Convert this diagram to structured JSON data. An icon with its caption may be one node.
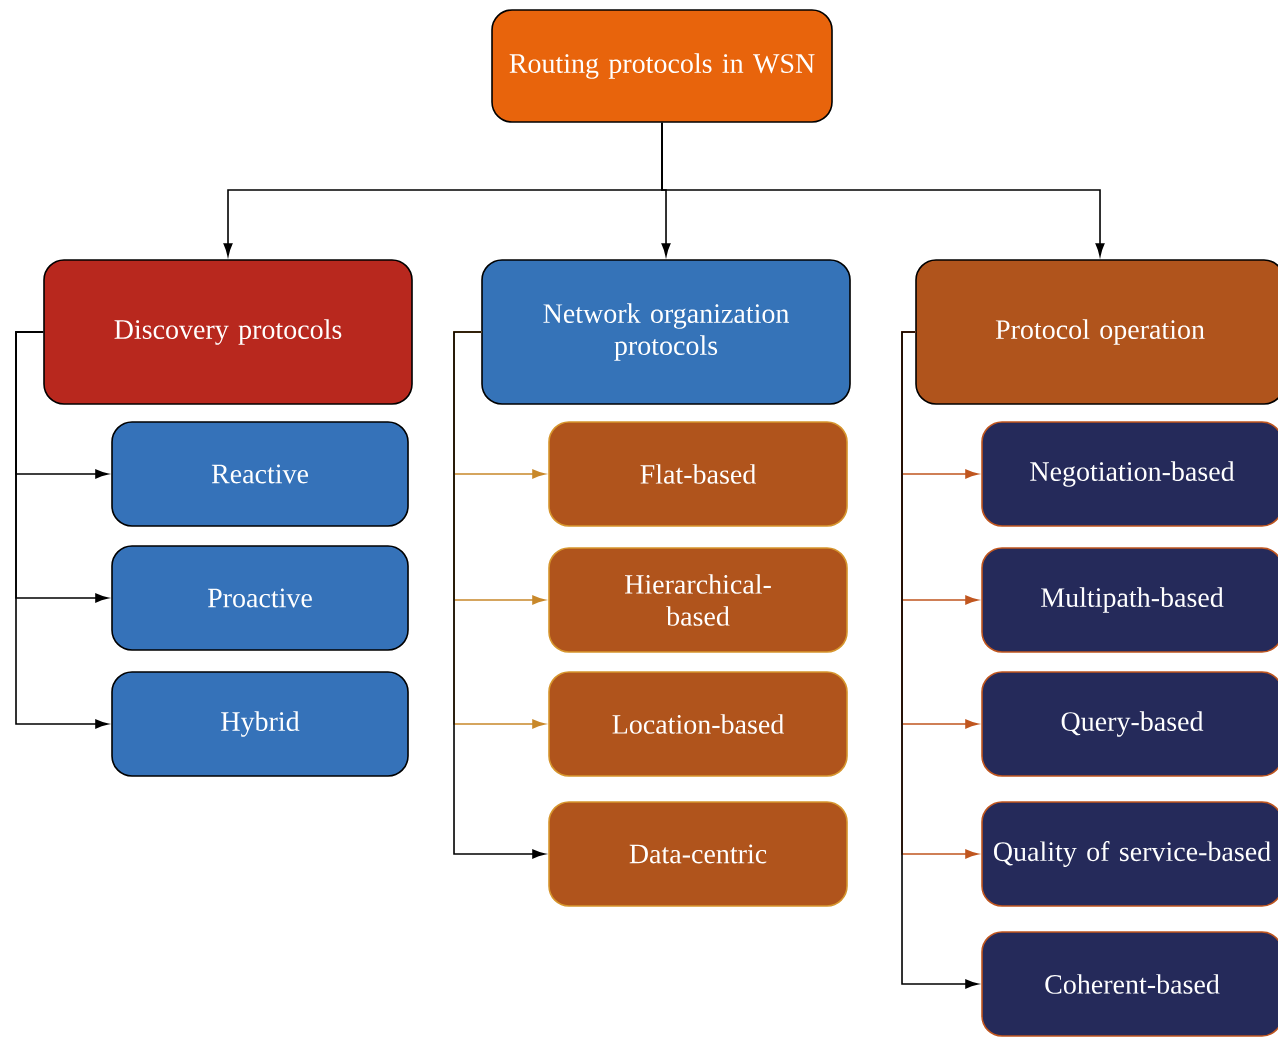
{
  "diagram": {
    "nodes": [
      {
        "text": [
          "Routing protocols in WSN"
        ]
      },
      {
        "text": [
          "Discovery protocols"
        ]
      },
      {
        "text": [
          "Network organization protocols"
        ]
      },
      {
        "text": [
          "Protocol operation"
        ]
      },
      {
        "text": [
          "Reactive"
        ]
      },
      {
        "text": [
          "Proactive"
        ]
      },
      {
        "text": [
          "Hybrid"
        ]
      },
      {
        "text": [
          "Flat-based"
        ]
      },
      {
        "text": [
          "Hierarchical-based"
        ]
      },
      {
        "text": [
          "Location-based"
        ]
      },
      {
        "text": [
          "Data-centric"
        ]
      },
      {
        "text": [
          "Negotiation-based"
        ]
      },
      {
        "text": [
          "Multipath-based"
        ]
      },
      {
        "text": [
          "Query-based"
        ]
      },
      {
        "text": [
          "Quality of service-based"
        ]
      },
      {
        "text": [
          "Coherent-based"
        ]
      }
    ],
    "edges": [
      {
        "from": 0,
        "to": 1,
        "arrow": "to"
      },
      {
        "from": 0,
        "to": 2,
        "arrow": "to"
      },
      {
        "from": 0,
        "to": 3,
        "arrow": "to"
      },
      {
        "from": 1,
        "to": 4,
        "arrow": "to"
      },
      {
        "from": 1,
        "to": 5,
        "arrow": "to"
      },
      {
        "from": 1,
        "to": 6,
        "arrow": "to"
      },
      {
        "from": 2,
        "to": 7,
        "arrow": "to",
        "color": "#c8882a"
      },
      {
        "from": 2,
        "to": 8,
        "arrow": "to",
        "color": "#c8882a"
      },
      {
        "from": 2,
        "to": 9,
        "arrow": "to",
        "color": "#c8882a"
      },
      {
        "from": 2,
        "to": 10,
        "arrow": "to"
      },
      {
        "from": 3,
        "to": 11,
        "arrow": "to",
        "color": "#c0561f"
      },
      {
        "from": 3,
        "to": 12,
        "arrow": "to",
        "color": "#c0561f"
      },
      {
        "from": 3,
        "to": 13,
        "arrow": "to",
        "color": "#c0561f"
      },
      {
        "from": 3,
        "to": 14,
        "arrow": "to",
        "color": "#c0561f"
      },
      {
        "from": 3,
        "to": 15,
        "arrow": "to"
      }
    ]
  }
}
